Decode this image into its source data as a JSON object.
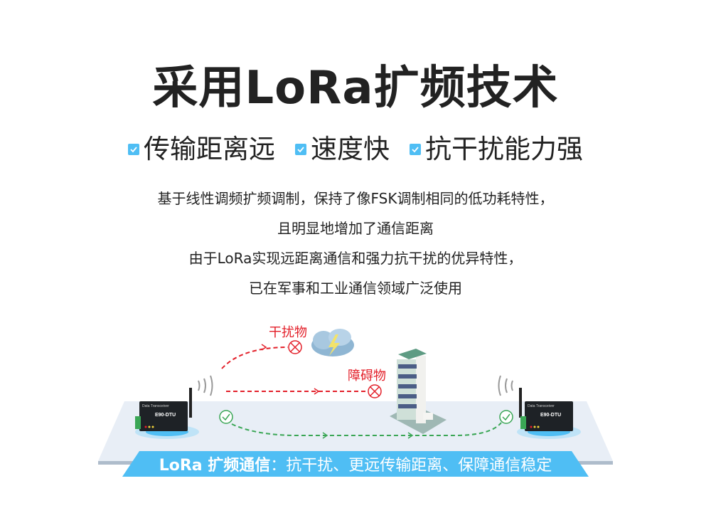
{
  "header": {
    "title": "采用LoRa扩频技术"
  },
  "features": [
    {
      "label": "传输距离远",
      "icon": "checkbox-icon"
    },
    {
      "label": "速度快",
      "icon": "checkbox-icon"
    },
    {
      "label": "抗干扰能力强",
      "icon": "checkbox-icon"
    }
  ],
  "description": {
    "lines": [
      "基于线性调频扩频调制，保持了像FSK调制相同的低功耗特性，",
      "且明显地增加了通信距离",
      "由于LoRa实现远距离通信和强力抗干扰的优异特性，",
      "已在军事和工业通信领域广泛使用"
    ]
  },
  "diagram": {
    "interference_label": "干扰物",
    "obstacle_label": "障碍物",
    "device_left": {
      "header": "Data Transceiver",
      "brand": "E90-DTU"
    },
    "device_right": {
      "header": "Data Transceiver",
      "brand": "E90-DTU"
    }
  },
  "banner": {
    "bold": "LoRa 扩频通信",
    "separator": "：",
    "text": "抗干扰、更远传输距离、保障通信稳定"
  },
  "colors": {
    "accent": "#4fbef4",
    "red": "#e3202a",
    "green": "#3aa655",
    "floor": "#e8eef6"
  }
}
